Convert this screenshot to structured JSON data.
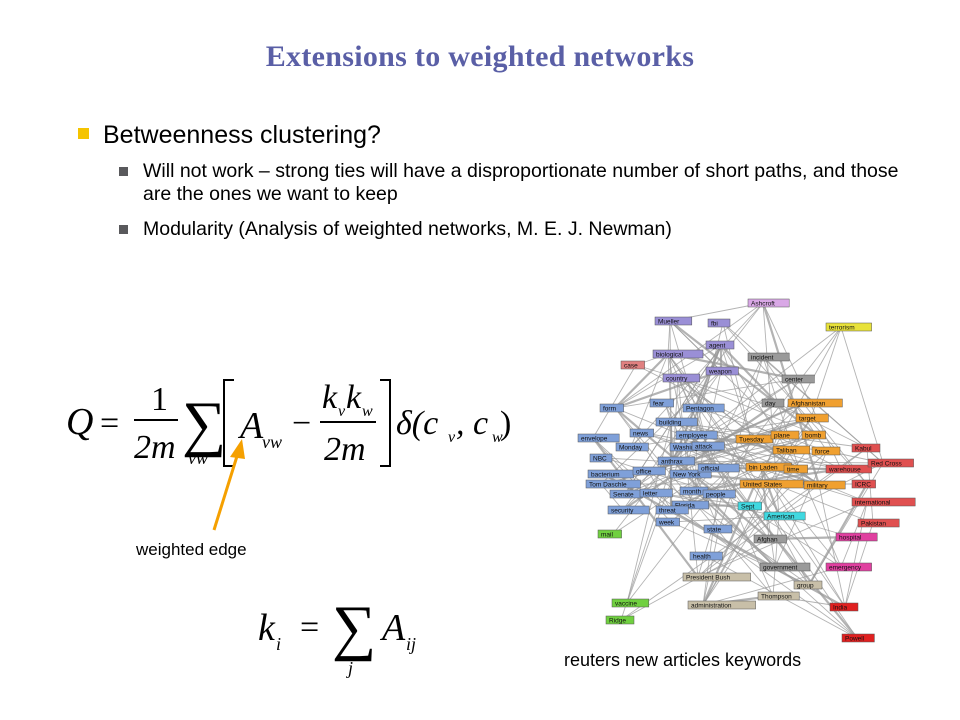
{
  "slide": {
    "title": "Extensions to weighted networks",
    "bullet": "Betweenness clustering?",
    "sub_bullets": [
      "Will not work – strong ties will have a disproportionate number of short paths, and those are the ones we want to keep",
      "Modularity (Analysis of weighted networks, M. E. J. Newman)"
    ],
    "formula_q": {
      "lhs": "Q",
      "eq": "=",
      "num": "1",
      "den": "2m",
      "sum_sub": "vw",
      "a": "A",
      "a_sub": "vw",
      "minus": "−",
      "kk_num_k1": "k",
      "kk_num_s1": "v",
      "kk_num_k2": "k",
      "kk_num_s2": "w",
      "kk_den": "2m",
      "delta": "δ(c",
      "delta_s1": "v",
      "comma": ", c",
      "delta_s2": "w",
      "close": ")"
    },
    "formula_k": {
      "k": "k",
      "k_sub": "i",
      "eq": "=",
      "sum_sub": "j",
      "a": "A",
      "a_sub": "ij"
    },
    "weighted_edge_label": "weighted edge",
    "image_caption": "reuters new articles keywords",
    "network_nodes": [
      {
        "label": "Ashcroft",
        "color": "#d9a8e6"
      },
      {
        "label": "Mueller",
        "color": "#9a8fd6"
      },
      {
        "label": "fbi",
        "color": "#9a8fd6"
      },
      {
        "label": "terrorism",
        "color": "#e8e23a"
      },
      {
        "label": "case",
        "color": "#e08080"
      },
      {
        "label": "biological",
        "color": "#9a8fd6"
      },
      {
        "label": "agent",
        "color": "#9a8fd6"
      },
      {
        "label": "incident",
        "color": "#9a9a9a"
      },
      {
        "label": "country",
        "color": "#9a8fd6"
      },
      {
        "label": "weapon",
        "color": "#9a8fd6"
      },
      {
        "label": "center",
        "color": "#9a9a9a"
      },
      {
        "label": "form",
        "color": "#7fa0d9"
      },
      {
        "label": "fear",
        "color": "#7fa0d9"
      },
      {
        "label": "Pentagon",
        "color": "#7fa0d9"
      },
      {
        "label": "day",
        "color": "#9a9a9a"
      },
      {
        "label": "Afghanistan",
        "color": "#f0a030"
      },
      {
        "label": "building",
        "color": "#7fa0d9"
      },
      {
        "label": "target",
        "color": "#f0a030"
      },
      {
        "label": "envelope",
        "color": "#7fa0d9"
      },
      {
        "label": "news",
        "color": "#7fa0d9"
      },
      {
        "label": "employee",
        "color": "#7fa0d9"
      },
      {
        "label": "Tuesday",
        "color": "#f0a030"
      },
      {
        "label": "plane",
        "color": "#f0a030"
      },
      {
        "label": "bomb",
        "color": "#f0a030"
      },
      {
        "label": "Kabul",
        "color": "#e05050"
      },
      {
        "label": "Monday",
        "color": "#7fa0d9"
      },
      {
        "label": "Washington",
        "color": "#7fa0d9"
      },
      {
        "label": "attack",
        "color": "#7fa0d9"
      },
      {
        "label": "Taliban",
        "color": "#f0a030"
      },
      {
        "label": "force",
        "color": "#f0a030"
      },
      {
        "label": "NBC",
        "color": "#7fa0d9"
      },
      {
        "label": "anthrax",
        "color": "#7fa0d9"
      },
      {
        "label": "bin Laden",
        "color": "#f0a030"
      },
      {
        "label": "time",
        "color": "#f0a030"
      },
      {
        "label": "warehouse",
        "color": "#e05050"
      },
      {
        "label": "Red Cross",
        "color": "#e05050"
      },
      {
        "label": "bacterium",
        "color": "#7fa0d9"
      },
      {
        "label": "office",
        "color": "#7fa0d9"
      },
      {
        "label": "New York",
        "color": "#7fa0d9"
      },
      {
        "label": "official",
        "color": "#7fa0d9"
      },
      {
        "label": "ICRC",
        "color": "#e05050"
      },
      {
        "label": "Tom Daschle",
        "color": "#7fa0d9"
      },
      {
        "label": "United States",
        "color": "#f0a030"
      },
      {
        "label": "military",
        "color": "#f0a030"
      },
      {
        "label": "Senate",
        "color": "#7fa0d9"
      },
      {
        "label": "letter",
        "color": "#7fa0d9"
      },
      {
        "label": "month",
        "color": "#7fa0d9"
      },
      {
        "label": "international",
        "color": "#e05050"
      },
      {
        "label": "Florida",
        "color": "#7fa0d9"
      },
      {
        "label": "people",
        "color": "#7fa0d9"
      },
      {
        "label": "Sept",
        "color": "#40d8e0"
      },
      {
        "label": "security",
        "color": "#7fa0d9"
      },
      {
        "label": "threat",
        "color": "#7fa0d9"
      },
      {
        "label": "American",
        "color": "#40d8e0"
      },
      {
        "label": "Pakistan",
        "color": "#e05050"
      },
      {
        "label": "week",
        "color": "#7fa0d9"
      },
      {
        "label": "state",
        "color": "#7fa0d9"
      },
      {
        "label": "mail",
        "color": "#70d040"
      },
      {
        "label": "Afghan",
        "color": "#9a9a9a"
      },
      {
        "label": "hospital",
        "color": "#e040a0"
      },
      {
        "label": "health",
        "color": "#7fa0d9"
      },
      {
        "label": "government",
        "color": "#9a9a9a"
      },
      {
        "label": "emergency",
        "color": "#e040a0"
      },
      {
        "label": "President Bush",
        "color": "#c8bfa8"
      },
      {
        "label": "group",
        "color": "#c8bfa8"
      },
      {
        "label": "Thompson",
        "color": "#c8bfa8"
      },
      {
        "label": "vaccine",
        "color": "#70d040"
      },
      {
        "label": "administration",
        "color": "#c8bfa8"
      },
      {
        "label": "India",
        "color": "#e02020"
      },
      {
        "label": "Ridge",
        "color": "#70d040"
      },
      {
        "label": "Powell",
        "color": "#e02020"
      }
    ]
  }
}
